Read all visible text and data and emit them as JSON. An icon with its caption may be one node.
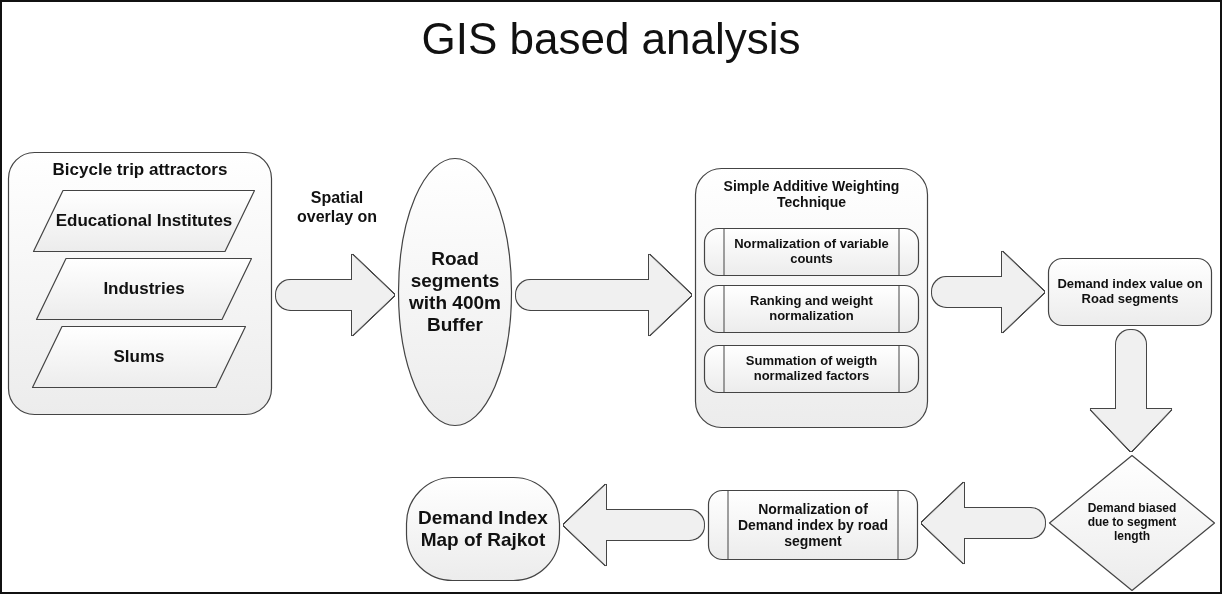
{
  "diagram": {
    "title": "GIS based analysis",
    "nodes": [
      {
        "text": [
          "Bicycle trip attractors"
        ]
      },
      {
        "text": [
          "Educational Institutes"
        ],
        "in": 0
      },
      {
        "text": [
          "Industries"
        ],
        "in": 0
      },
      {
        "text": [
          "Slums"
        ],
        "in": 0
      },
      {
        "text": [
          "Road segments with 400m Buffer"
        ]
      },
      {
        "text": [
          "Simple Additive Weighting Technique"
        ]
      },
      {
        "text": [
          "Normalization of variable counts"
        ],
        "in": 5
      },
      {
        "text": [
          "Ranking and weight normalization"
        ],
        "in": 5
      },
      {
        "text": [
          "Summation of weigth normalized factors"
        ],
        "in": 5
      },
      {
        "text": [
          "Demand index value on Road segments"
        ]
      },
      {
        "text": [
          "Demand biased due to segment length"
        ]
      },
      {
        "text": [
          "Normalization of Demand index by road segment"
        ]
      },
      {
        "text": [
          "Demand Index Map of Rajkot"
        ]
      }
    ],
    "edges": [
      {
        "from": 0,
        "to": 4,
        "arrow": "to",
        "label": "Spatial overlay on"
      },
      {
        "from": 4,
        "to": 5,
        "arrow": "to"
      },
      {
        "from": 5,
        "to": 9,
        "arrow": "to"
      },
      {
        "from": 9,
        "to": 10,
        "arrow": "to"
      },
      {
        "from": 10,
        "to": 11,
        "arrow": "to"
      },
      {
        "from": 11,
        "to": 12,
        "arrow": "to"
      }
    ]
  }
}
